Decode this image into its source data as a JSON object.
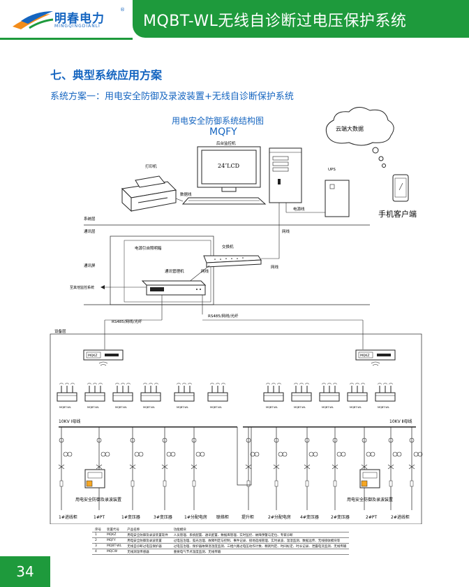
{
  "header": {
    "logo_cn": "明春电力",
    "logo_en": "MINGQINGDIANLI",
    "logo_reg": "®",
    "title": "MQBT-WL无线自诊断过电压保护系统"
  },
  "section_title": "七、典型系统应用方案",
  "subtitle": "系统方案一：用电安全防御及录波装置+无线自诊断保护系统",
  "diagram": {
    "title": "用电安全防御系统结构图",
    "model": "MQFY",
    "cloud": "云端大数据",
    "monitor_label": "后台监控机",
    "lcd": "24″LCD",
    "printer": "打印机",
    "data_line": "数据线",
    "ups": "UPS",
    "power_line": "电源线",
    "mobile": "手机客户端",
    "system_layer": "系统层",
    "comm_layer": "通讯层",
    "network": "网线",
    "power_cabinet": "电源引自照明箱",
    "switch": "交换机",
    "comm_screen": "通讯屏",
    "comm_manager": "通讯管理机",
    "network2": "网线",
    "network3": "网线",
    "other_system": "至其他监控系统",
    "rs485_left": "RS485/网线/光纤",
    "rs485_right": "RS485/网线/光纤",
    "device_layer": "设备层",
    "mqkz": "MQKZ",
    "mqbt": "MQBT-WL",
    "bus_left": "10KV Ⅰ母线",
    "bus_right": "10KV Ⅱ母线",
    "mqcw": "MQCW",
    "device_left": "用电安全防御及录波装置",
    "device_right": "用电安全防御及录波装置",
    "cabinets": [
      "1#进线柜",
      "1#PT",
      "1#变压器",
      "3#变压器",
      "1#分配电房",
      "联络柜",
      "提升柜",
      "2#分配电房",
      "4#变压器",
      "2#变压器",
      "2#PT",
      "2#进线柜"
    ]
  },
  "table": {
    "headers": [
      "序号",
      "装置代号",
      "产品名称",
      "功能模块"
    ],
    "rows": [
      [
        "1",
        "MQKZ",
        "用电安全防御及录波装置软件",
        "人员管理、系统配置、通讯配置、数据库管理、实时监控、故障预警与定位、专家诊断"
      ],
      [
        "2",
        "MQFY",
        "用电安全防御及录波装置",
        "过电压治理、弧光治理、故障判定与控制、事件记录、接地选线管理、实时录波、温湿监测、数据远传、无线接收模块等"
      ],
      [
        "3",
        "MQBT-WL",
        "无线自诊断过电压保护器",
        "过电压治理、保护器故障温湿度监测、三相六路过电压动作计数、精则判定、时间标定、时长记录、泄露电流监测、无线传输"
      ],
      [
        "4",
        "MQCW",
        "无线测温传感器",
        "重要电气节点温度监测、无线传输"
      ]
    ]
  },
  "page_number": "34",
  "colors": {
    "brand_green": "#1e9a3c",
    "brand_blue": "#1565c0"
  }
}
